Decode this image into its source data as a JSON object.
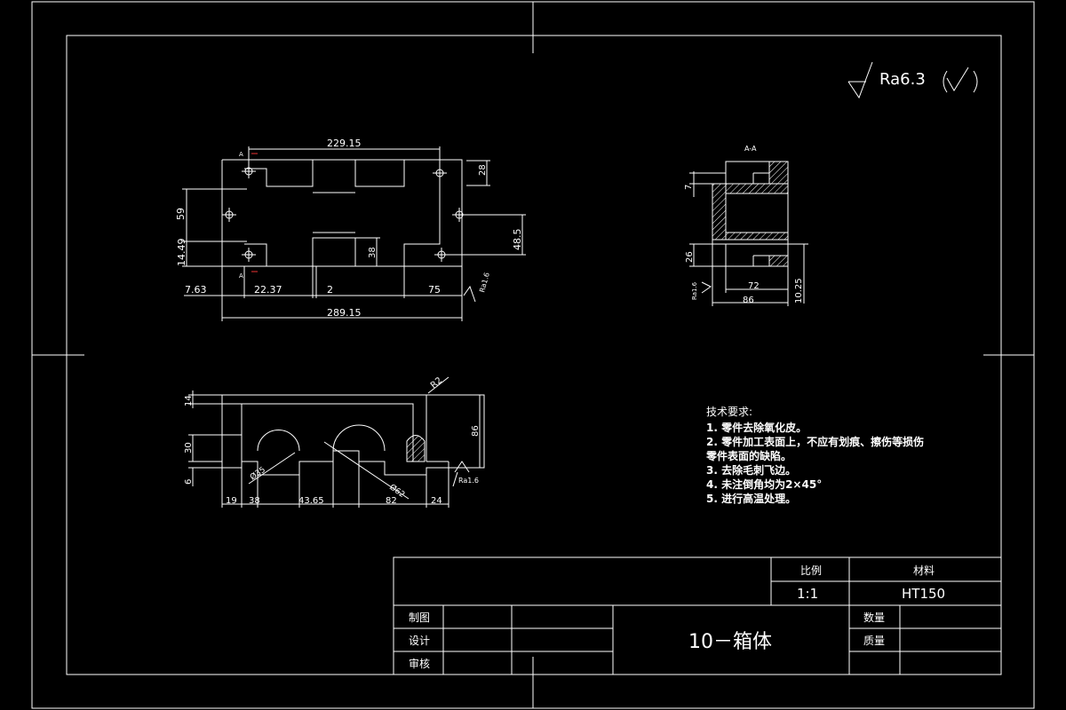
{
  "surface_finish": {
    "label": "Ra6.3"
  },
  "section_view": {
    "title": "A-A"
  },
  "top_view": {
    "section_mark_top": "A",
    "section_mark_bottom": "A",
    "roughness": "Ra1.6"
  },
  "dimensions": {
    "d229_15": "229.15",
    "d28": "28",
    "d59": "59",
    "d14_49": "14.49",
    "d48_5": "48.5",
    "d38_top": "38",
    "d7_63": "7.63",
    "d22_37": "22.37",
    "d2": "2",
    "d75": "75",
    "d289_15": "289.15",
    "s7": "7",
    "s26": "26",
    "s72": "72",
    "s86": "86",
    "s10_25": "10.25",
    "s_ra": "Ra1.6",
    "f14": "14",
    "f30": "30",
    "f6": "6",
    "f86": "86",
    "fR2": "R2",
    "f_d35": "Ø35",
    "f_d62": "Ø62",
    "f19": "19",
    "f38": "38",
    "f43_65": "43.65",
    "f82": "82",
    "f24": "24",
    "f_ra": "Ra1.6"
  },
  "tech_requirements": {
    "title": "技术要求:",
    "lines": [
      "1. 零件去除氧化皮。",
      "2. 零件加工表面上，不应有划痕、擦伤等损伤",
      "零件表面的缺陷。",
      "3. 去除毛刺飞边。",
      "4. 未注倒角均为2×45°",
      "5. 进行高温处理。"
    ]
  },
  "title_block": {
    "scale_label": "比例",
    "scale_value": "1:1",
    "material_label": "材料",
    "material_value": "HT150",
    "drawn_label": "制图",
    "design_label": "设计",
    "review_label": "审核",
    "part_name": "10－箱体",
    "quantity_label": "数量",
    "mass_label": "质量"
  }
}
